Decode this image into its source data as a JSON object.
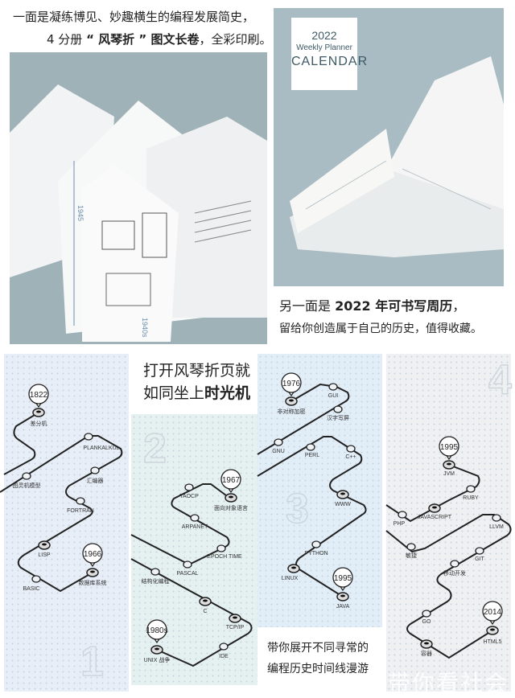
{
  "captions": {
    "top_left_line1": "一面是凝练博见、妙趣横生的编程发展简史，",
    "top_left_line2_pre": "4 分册",
    "top_left_line2_bold": "“ 风琴折 ” 图文长卷",
    "top_left_line2_post": "，全彩印刷。",
    "right_line1_pre": "另一面是 ",
    "right_line1_bold": "2022 年可书写周历",
    "right_line1_post": "，",
    "right_line2": "留给你创造属于自己的历史，值得收藏。",
    "middle_line1": "打开风琴折页就",
    "middle_line2_pre": "如同坐上",
    "middle_line2_bold": "时光机",
    "bottom_line1": "带你展开不同寻常的",
    "bottom_line2": "编程历史时间线漫游"
  },
  "calendar_label": {
    "year": "2022",
    "subtitle": "Weekly Planner",
    "title": "CALENDAR"
  },
  "photo_left": {
    "years": [
      "1945",
      "1940s"
    ]
  },
  "watermark": "带你看社会",
  "volumes": [
    "1",
    "2",
    "3",
    "4"
  ],
  "timeline": {
    "vol1": {
      "pins": [
        "1822",
        "1966"
      ],
      "nodes": [
        "差分机",
        "PLANKALKUL",
        "图灵机模型",
        "汇编器",
        "FORTRAN",
        "LISP",
        "BASIC",
        "数据库系统"
      ]
    },
    "vol2": {
      "pins": [
        "1967",
        "1980s"
      ],
      "nodes": [
        "TAOCP",
        "面向对象语言",
        "ARPANET",
        "EPOCH TIME",
        "PASCAL",
        "结构化编程",
        "C",
        "TCP/IP",
        "IDE",
        "UNIX 战争"
      ]
    },
    "vol3": {
      "pins": [
        "1976",
        "1995"
      ],
      "nodes": [
        "非对称加密",
        "GUI",
        "汉字写屏",
        "GNU",
        "PERL",
        "C++",
        "WWW",
        "PYTHON",
        "LINUX",
        "JAVA"
      ]
    },
    "vol4": {
      "pins": [
        "1995",
        "2014"
      ],
      "nodes": [
        "JVM",
        "RUBY",
        "JAVASCRIPT",
        "PHP",
        "LLVM",
        "敏捷",
        "GIT",
        "移动开发",
        "GO",
        "容器",
        "HTML5"
      ]
    }
  }
}
